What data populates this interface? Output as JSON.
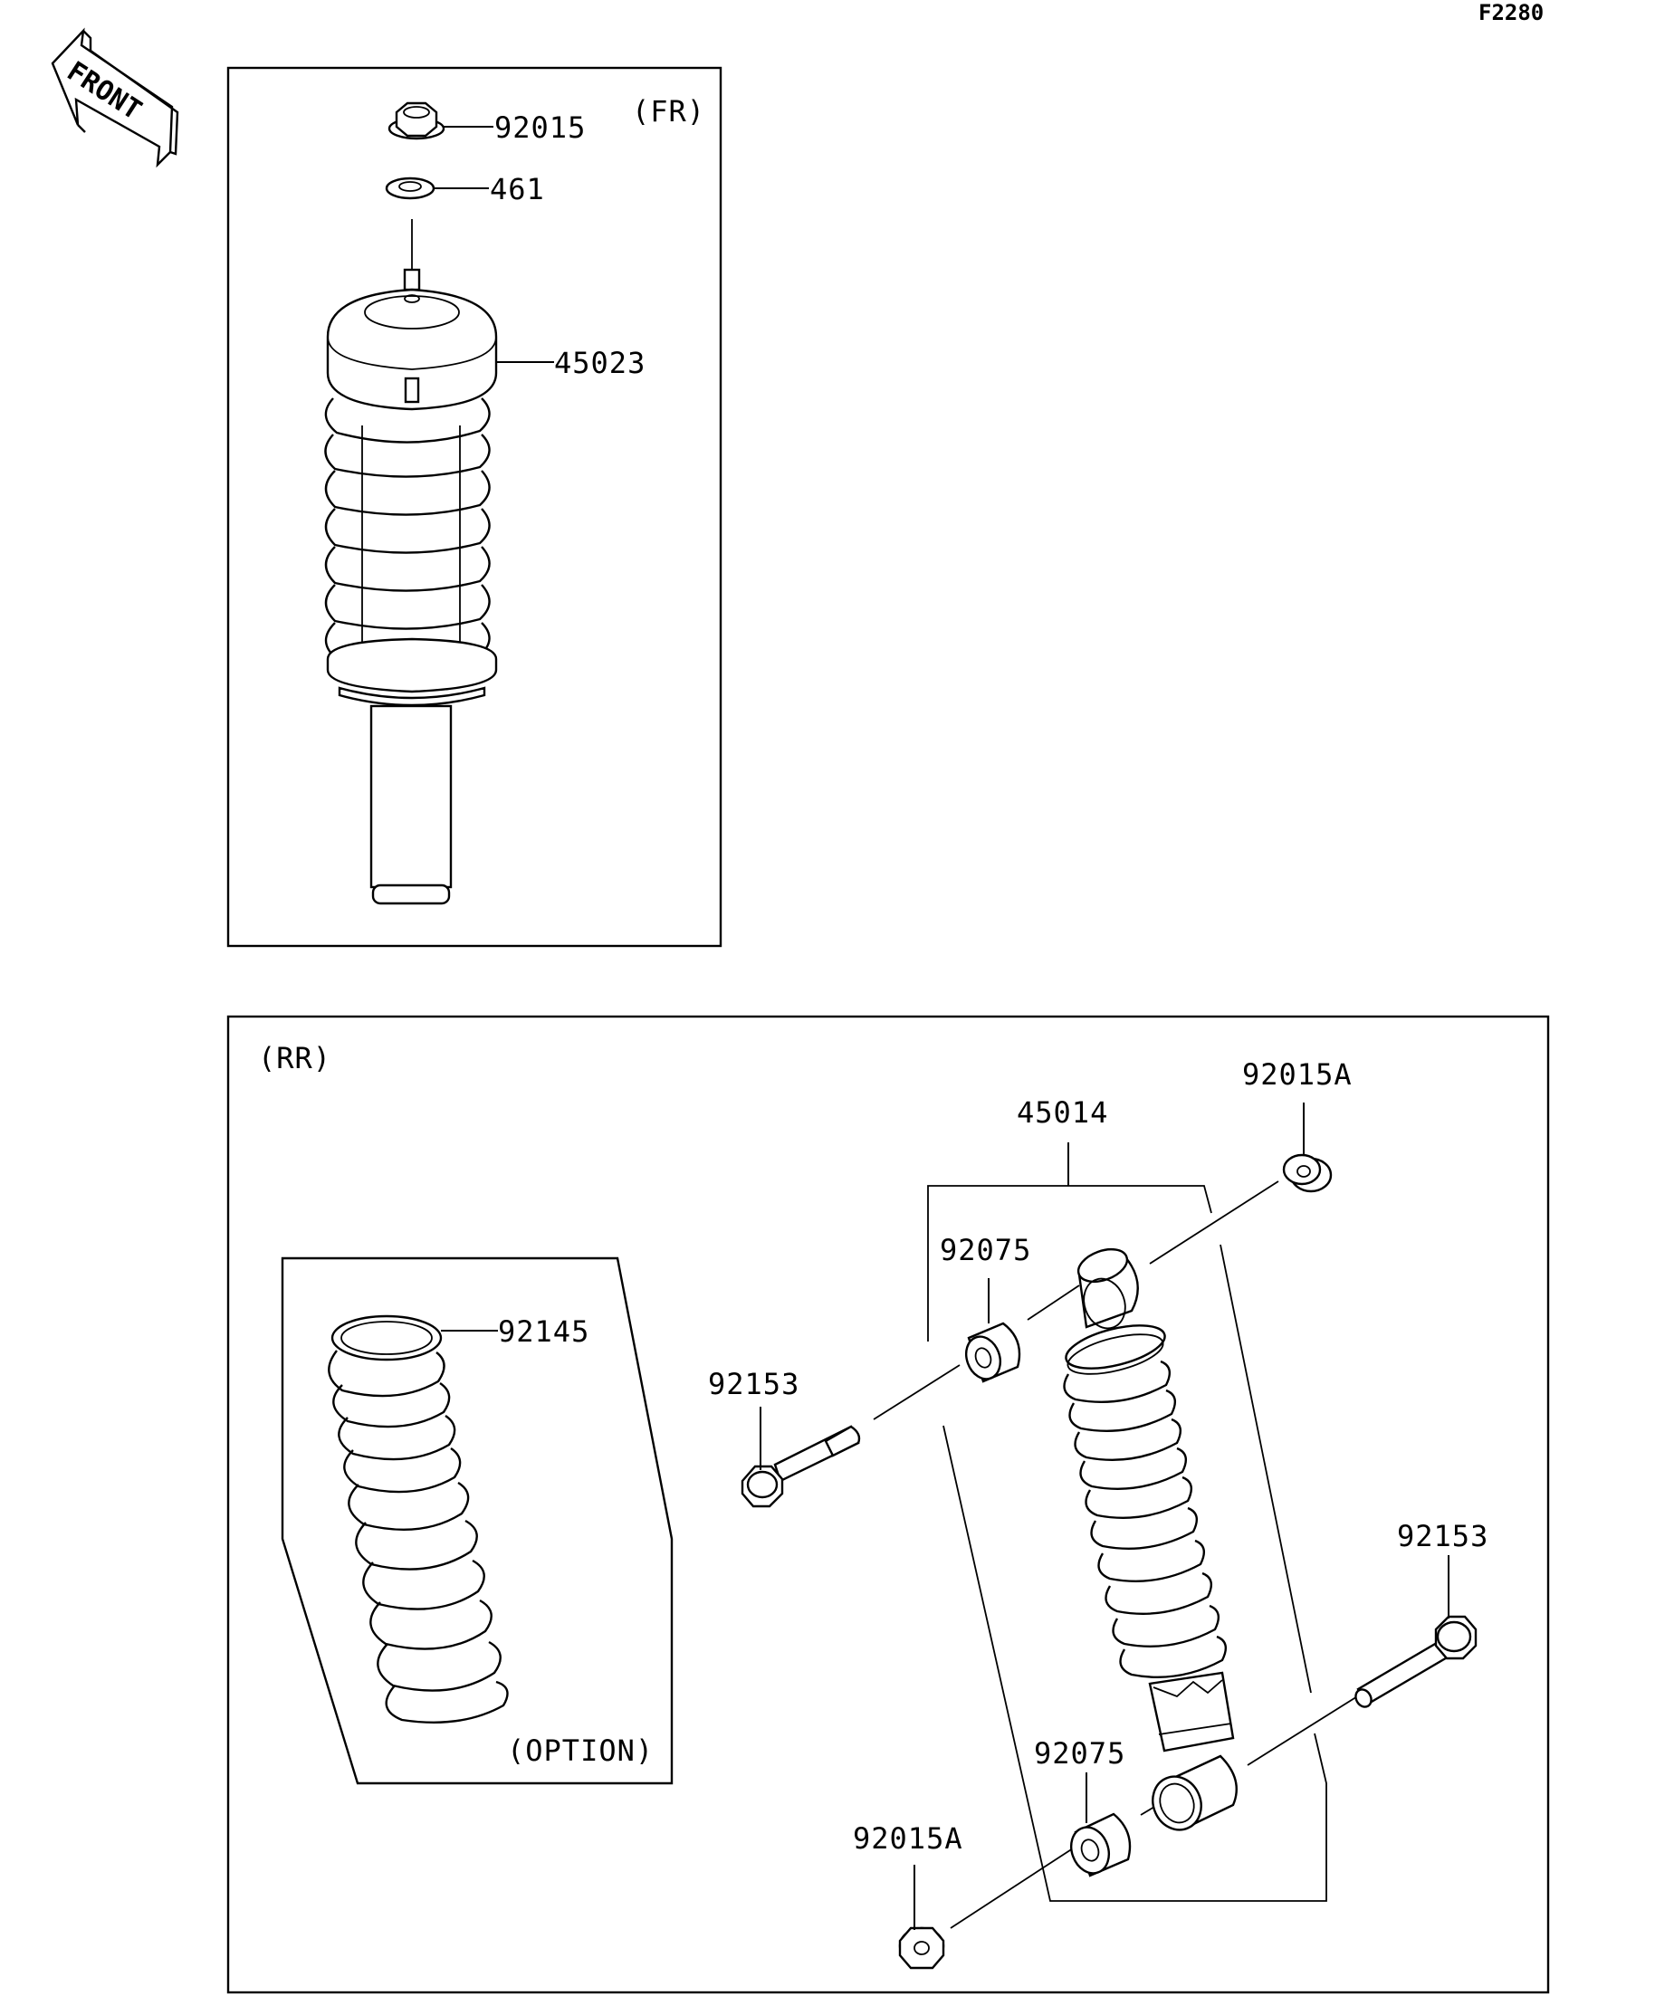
{
  "sheet_code": "F2280",
  "front_arrow": {
    "label": "FRONT",
    "icon": "front-direction-arrow-icon"
  },
  "front_section": {
    "title": "(FR)",
    "parts": [
      {
        "number": "92015",
        "name_icon": "flange-nut-icon"
      },
      {
        "number": "461",
        "name_icon": "washer-icon"
      },
      {
        "number": "45023",
        "name_icon": "front-shock-absorber-icon"
      }
    ]
  },
  "rear_section": {
    "title": "(RR)",
    "option_box": {
      "title": "(OPTION)",
      "part": "92145"
    },
    "assembly_number": "45014",
    "parts": [
      {
        "number": "92015A",
        "position": "upper"
      },
      {
        "number": "92075",
        "position": "upper"
      },
      {
        "number": "92153",
        "position": "left"
      },
      {
        "number": "92153",
        "position": "right"
      },
      {
        "number": "92075",
        "position": "lower"
      },
      {
        "number": "92015A",
        "position": "lower"
      }
    ]
  },
  "colors": {
    "ink": "#000000",
    "paper": "#ffffff"
  }
}
